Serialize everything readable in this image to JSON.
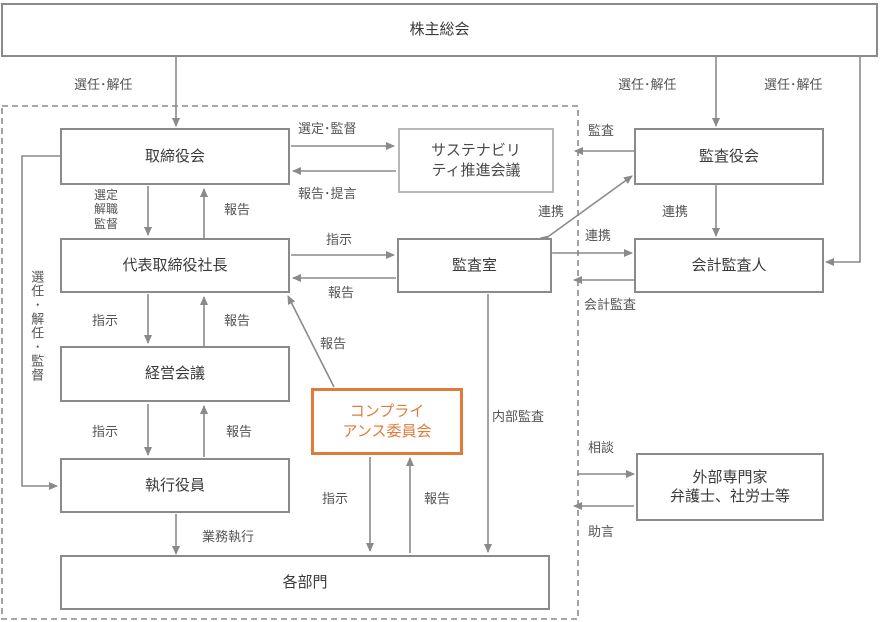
{
  "nodes": {
    "shareholders": "株主総会",
    "board": "取締役会",
    "sustainability": "サステナビリ\nティ推進会議",
    "audit_board": "監査役会",
    "president": "代表取締役社長",
    "audit_office": "監査室",
    "accounting_auditor": "会計監査人",
    "management_meeting": "経営会議",
    "compliance": "コンプライ\nアンス委員会",
    "executive_officers": "執行役員",
    "experts": "外部専門家\n弁護士、社労士等",
    "departments": "各部門"
  },
  "labels": {
    "elect_dismiss_left": "選任･解任",
    "elect_dismiss_mid": "選任･解任",
    "elect_dismiss_right": "選任･解任",
    "select_supervise": "選定･監督",
    "report_propose": "報告･提言",
    "audit_to_board": "監査",
    "cooperation_audit_office": "連携",
    "cooperation_auditors": "連携",
    "cooperation_accounting": "連携",
    "board_to_president": "選定\n解職\n監督",
    "report_president_to_board": "報告",
    "instruct_to_audit_office": "指示",
    "report_from_audit_office": "報告",
    "accounting_audit": "会計監査",
    "vertical_left": "選任･解任･監督",
    "instruct_to_meeting": "指示",
    "report_meeting_to_president": "報告",
    "report_compliance_to_president": "報告",
    "internal_audit": "内部監査",
    "instruct_to_executives": "指示",
    "report_executives_to_meeting": "報告",
    "consult": "相談",
    "advice": "助言",
    "business_execution": "業務執行",
    "instruct_compliance_to_departments": "指示",
    "report_departments_to_compliance": "報告"
  },
  "colors": {
    "line": "#8a8a8a",
    "accent": "#e07b39",
    "text": "#3a3a3a"
  }
}
